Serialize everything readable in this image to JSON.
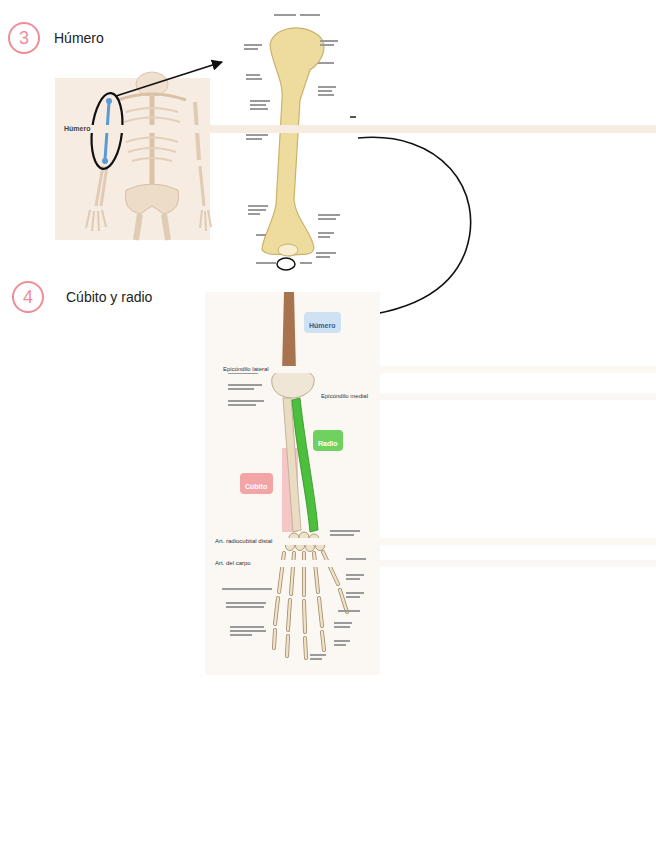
{
  "diagram": {
    "nodes": [
      {
        "text": [
          "3",
          "Húmero"
        ]
      },
      {
        "text": [
          "4",
          "Cúbito y radio"
        ]
      },
      {
        "text": [
          "Húmero"
        ]
      },
      {
        "text": [
          "Radio"
        ]
      },
      {
        "text": [
          "Cúbito"
        ]
      }
    ],
    "labels": [
      "Húmero",
      "Epicóndilo lateral",
      "Epicóndilo medial",
      "Art. radiocubital distal",
      "Art. del carpo"
    ]
  }
}
